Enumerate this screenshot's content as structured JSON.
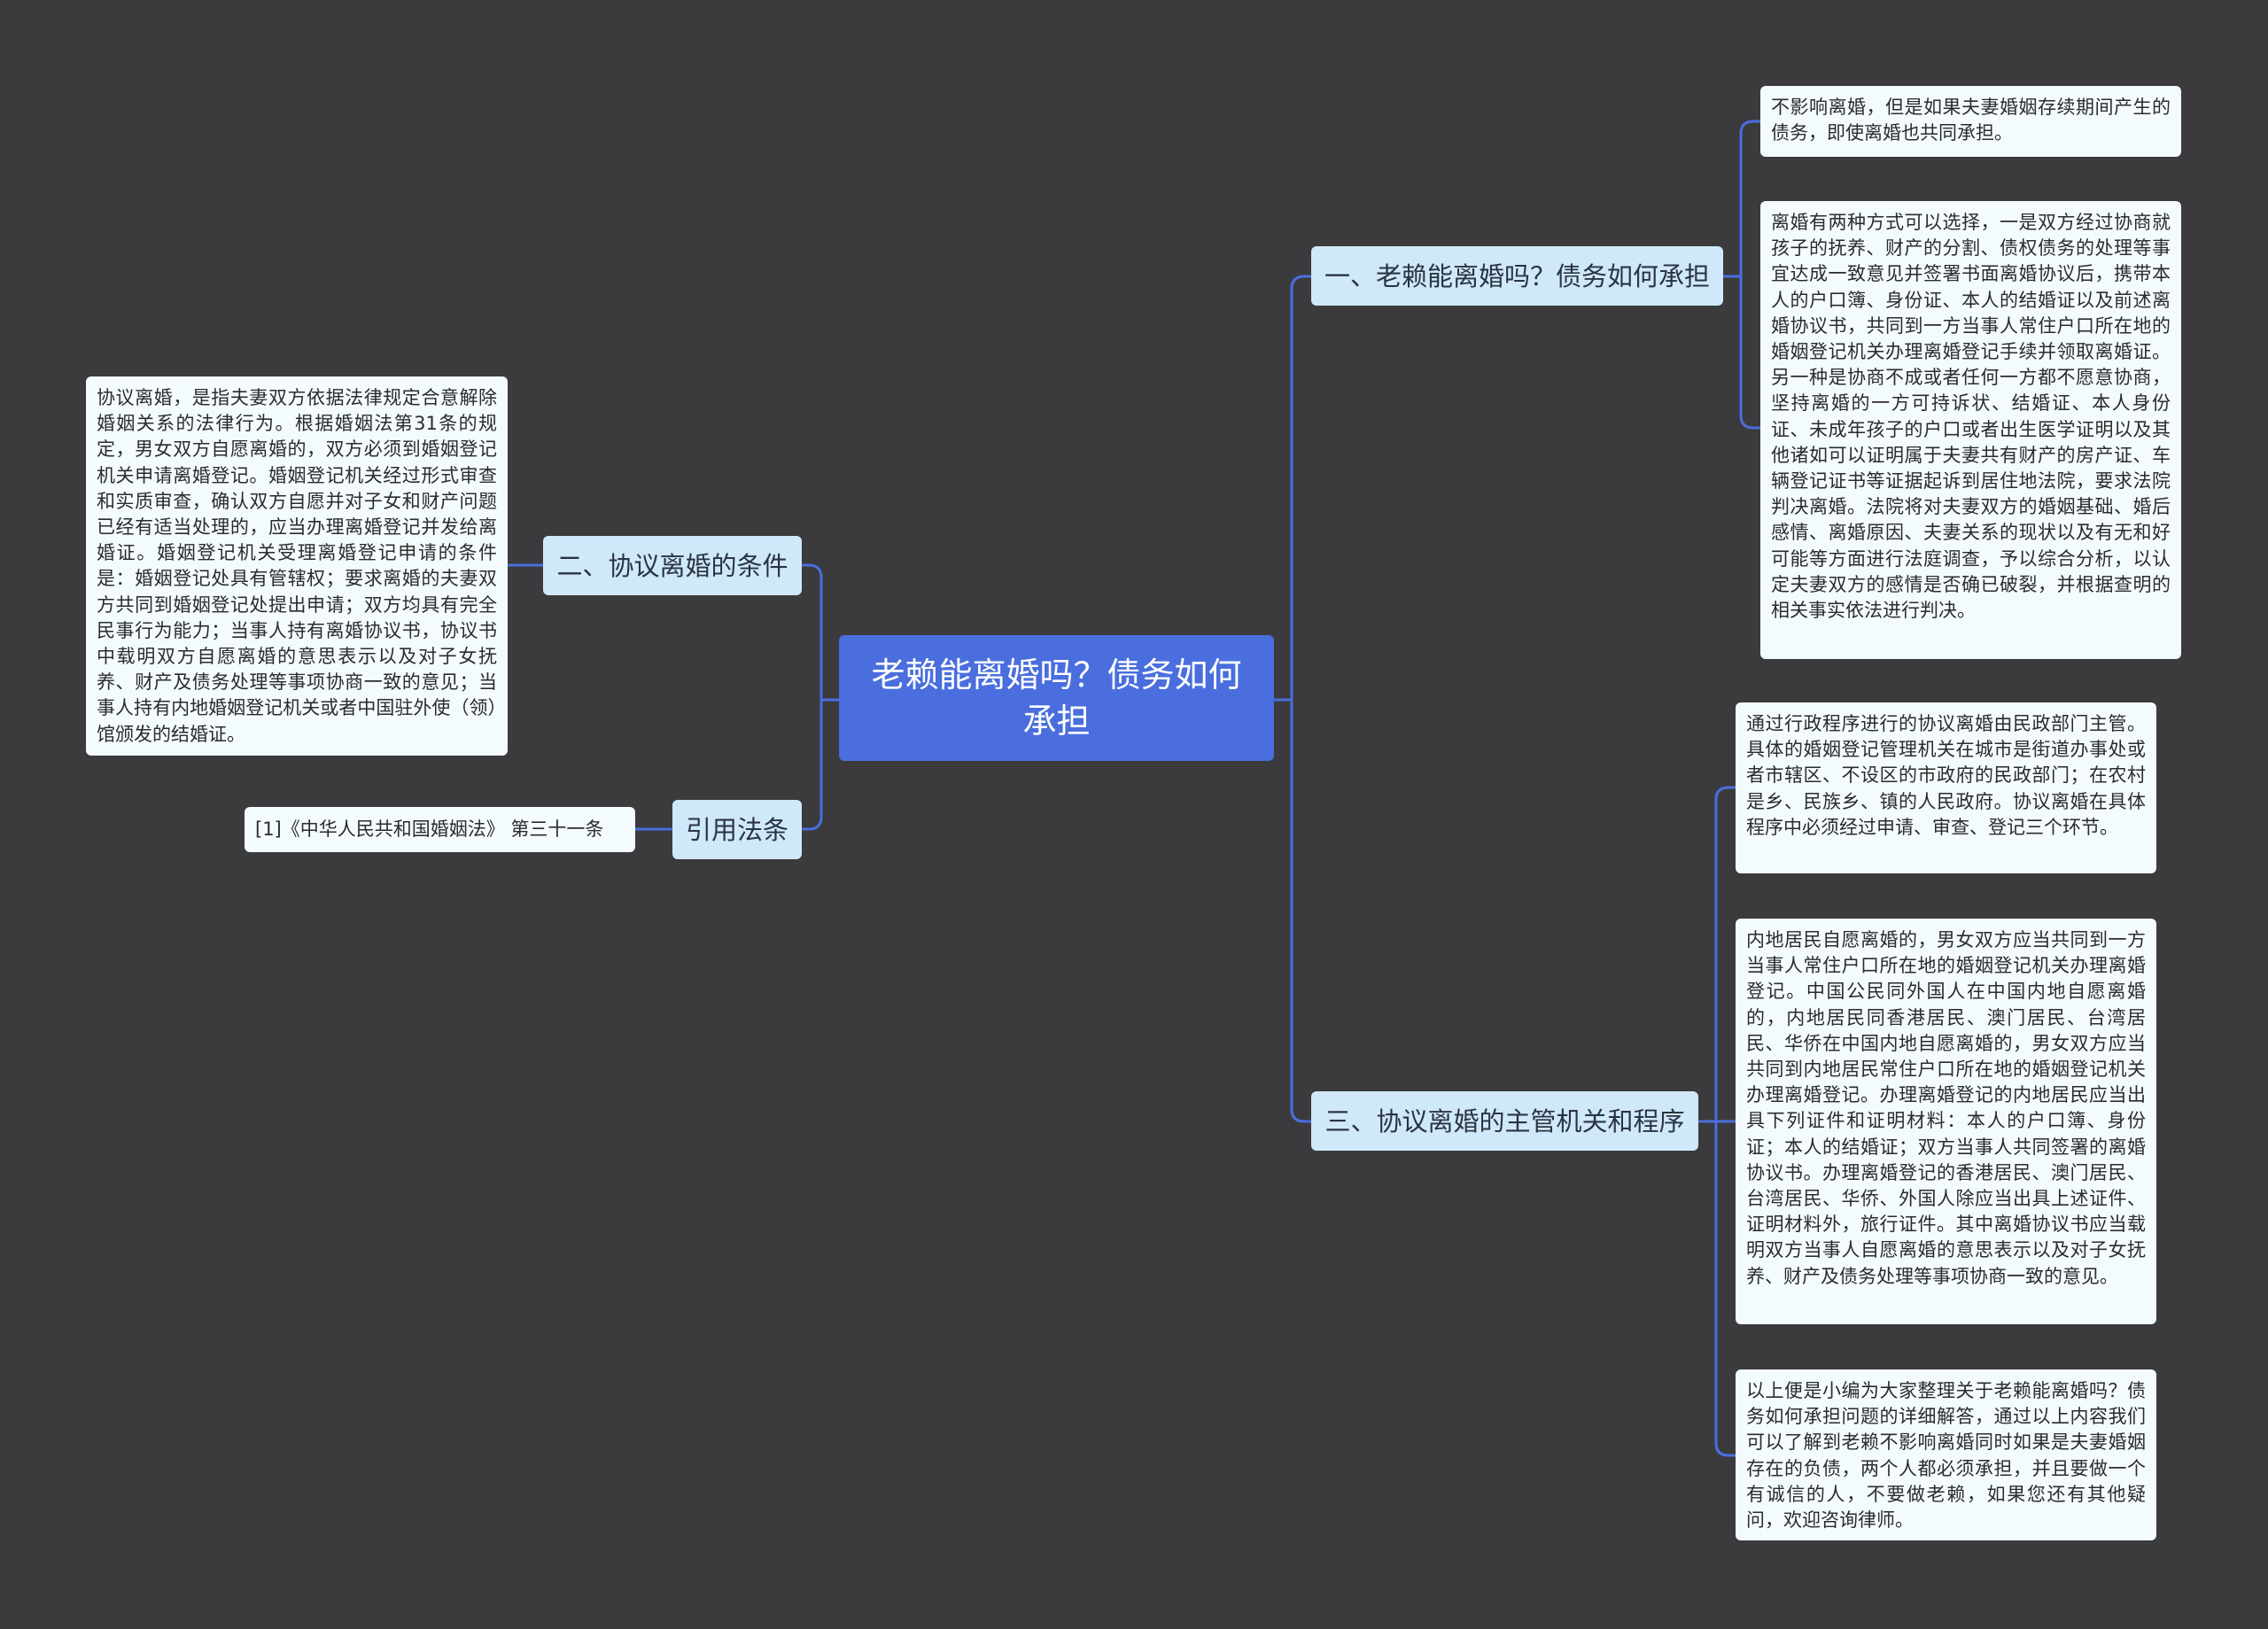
{
  "root": {
    "title": "老赖能离婚吗？债务如何承担"
  },
  "topics": {
    "t1": "一、老赖能离婚吗？债务如何承担",
    "t2": "二、协议离婚的条件",
    "t3": "引用法条",
    "t4": "三、协议离婚的主管机关和程序"
  },
  "leaves": {
    "l1": "不影响离婚，但是如果夫妻婚姻存续期间产生的债务，即使离婚也共同承担。",
    "l2": "离婚有两种方式可以选择，一是双方经过协商就孩子的抚养、财产的分割、债权债务的处理等事宜达成一致意见并签署书面离婚协议后，携带本人的户口簿、身份证、本人的结婚证以及前述离婚协议书，共同到一方当事人常住户口所在地的婚姻登记机关办理离婚登记手续并领取离婚证。另一种是协商不成或者任何一方都不愿意协商，坚持离婚的一方可持诉状、结婚证、本人身份证、未成年孩子的户口或者出生医学证明以及其他诸如可以证明属于夫妻共有财产的房产证、车辆登记证书等证据起诉到居住地法院，要求法院判决离婚。法院将对夫妻双方的婚姻基础、婚后感情、离婚原因、夫妻关系的现状以及有无和好可能等方面进行法庭调查，予以综合分析，以认定夫妻双方的感情是否确已破裂，并根据查明的相关事实依法进行判决。",
    "l3": "协议离婚，是指夫妻双方依据法律规定合意解除婚姻关系的法律行为。根据婚姻法第31条的规定，男女双方自愿离婚的，双方必须到婚姻登记机关申请离婚登记。婚姻登记机关经过形式审查和实质审查，确认双方自愿并对子女和财产问题已经有适当处理的，应当办理离婚登记并发给离婚证。婚姻登记机关受理离婚登记申请的条件是：婚姻登记处具有管辖权；要求离婚的夫妻双方共同到婚姻登记处提出申请；双方均具有完全民事行为能力；当事人持有离婚协议书，协议书中载明双方自愿离婚的意思表示以及对子女抚养、财产及债务处理等事项协商一致的意见；当事人持有内地婚姻登记机关或者中国驻外使（领）馆颁发的结婚证。",
    "l4": "[1]《中华人民共和国婚姻法》 第三十一条",
    "l5": "通过行政程序进行的协议离婚由民政部门主管。具体的婚姻登记管理机关在城市是街道办事处或者市辖区、不设区的市政府的民政部门；在农村是乡、民族乡、镇的人民政府。协议离婚在具体程序中必须经过申请、审查、登记三个环节。",
    "l6": "内地居民自愿离婚的，男女双方应当共同到一方当事人常住户口所在地的婚姻登记机关办理离婚登记。中国公民同外国人在中国内地自愿离婚的，内地居民同香港居民、澳门居民、台湾居民、华侨在中国内地自愿离婚的，男女双方应当共同到内地居民常住户口所在地的婚姻登记机关办理离婚登记。办理离婚登记的内地居民应当出具下列证件和证明材料：本人的户口簿、身份证；本人的结婚证；双方当事人共同签署的离婚协议书。办理离婚登记的香港居民、澳门居民、台湾居民、华侨、外国人除应当出具上述证件、证明材料外，旅行证件。其中离婚协议书应当载明双方当事人自愿离婚的意思表示以及对子女抚养、财产及债务处理等事项协商一致的意见。",
    "l7": "以上便是小编为大家整理关于老赖能离婚吗？债务如何承担问题的详细解答，通过以上内容我们可以了解到老赖不影响离婚同时如果是夫妻婚姻存在的负债，两个人都必须承担，并且要做一个有诚信的人，不要做老赖，如果您还有其他疑问，欢迎咨询律师。"
  },
  "colors": {
    "background": "#3b3a3c",
    "root": "#4a6ede",
    "topic": "#cfe9fb",
    "leaf": "#f3fbff",
    "connector": "#4a6ede"
  }
}
